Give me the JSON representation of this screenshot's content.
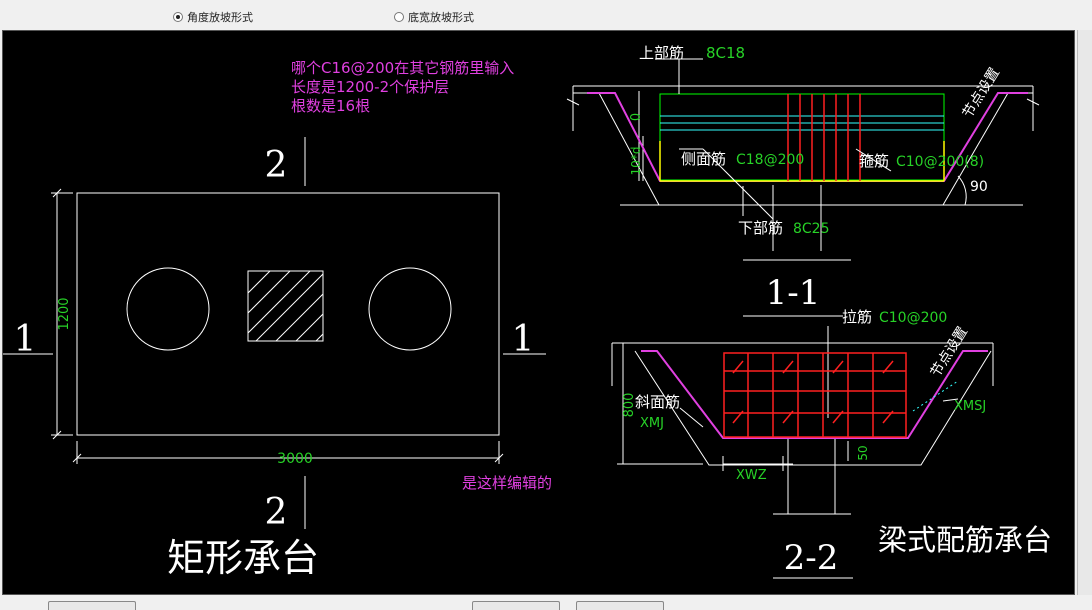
{
  "options": [
    {
      "label": "角度放坡形式",
      "selected": true
    },
    {
      "label": "底宽放坡形式",
      "selected": false
    }
  ],
  "plan": {
    "title": "矩形承台",
    "section_top": "2",
    "section_bottom": "2",
    "section_left": "1",
    "section_right": "1",
    "dim_height": "1200",
    "dim_width": "3000"
  },
  "notes": {
    "line1": "哪个C16@200在其它钢筋里输入",
    "line2": "长度是1200-2个保护层",
    "line3": "根数是16根",
    "edit_note": "是这样编辑的"
  },
  "section11": {
    "title": "1-1",
    "top_bar_label": "上部筋",
    "top_bar_value": "8C18",
    "side_label": "侧面筋",
    "side_value": "C18@200",
    "stirrup_label": "箍筋",
    "stirrup_value": "C10@200(8)",
    "bottom_label": "下部筋",
    "bottom_value": "8C25",
    "node_setting": "节点设置",
    "angle": "90",
    "dim_zero": "0",
    "dim_side": "10*d"
  },
  "section22": {
    "title": "2-2",
    "tie_label": "拉筋",
    "tie_value": "C10@200",
    "node_setting": "节点设置",
    "slope_label": "斜面筋",
    "xmj": "XMJ",
    "xmsj": "XMSJ",
    "xwz": "XWZ",
    "dim_height": "800",
    "dim_50": "50"
  },
  "beam_title": "梁式配筋承台",
  "colors": {
    "white": "#ffffff",
    "magenta": "#e040e0",
    "green": "#00ff00",
    "cyan": "#33ffff",
    "red": "#ff2020",
    "yellow": "#ffff00",
    "rebar_green": "#27d227"
  }
}
